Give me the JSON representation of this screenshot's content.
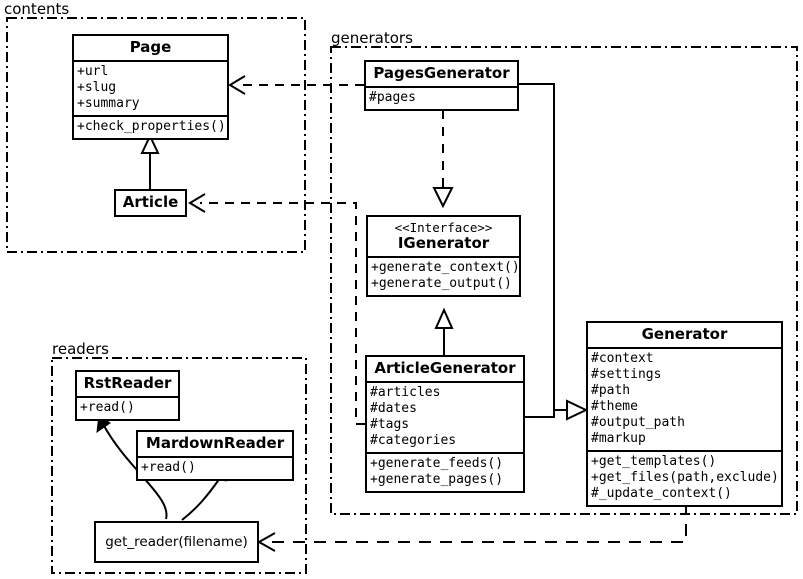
{
  "diagram": {
    "title": "UML class diagram",
    "packages": [
      {
        "id": "contents",
        "label": "contents"
      },
      {
        "id": "generators",
        "label": "generators"
      },
      {
        "id": "readers",
        "label": "readers"
      }
    ],
    "classes": [
      {
        "id": "page",
        "name": "Page",
        "stereotype": "",
        "attributes": [
          "+url",
          "+slug",
          "+summary"
        ],
        "methods": [
          "+check_properties()"
        ]
      },
      {
        "id": "article",
        "name": "Article",
        "stereotype": "",
        "attributes": [],
        "methods": []
      },
      {
        "id": "pages_generator",
        "name": "PagesGenerator",
        "stereotype": "",
        "attributes": [
          "#pages"
        ],
        "methods": []
      },
      {
        "id": "igenerator",
        "name": "IGenerator",
        "stereotype": "<<Interface>>",
        "attributes": [],
        "methods": [
          "+generate_context()",
          "+generate_output()"
        ]
      },
      {
        "id": "article_generator",
        "name": "ArticleGenerator",
        "stereotype": "",
        "attributes": [
          "#articles",
          "#dates",
          "#tags",
          "#categories"
        ],
        "methods": [
          "+generate_feeds()",
          "+generate_pages()"
        ]
      },
      {
        "id": "generator",
        "name": "Generator",
        "stereotype": "",
        "attributes": [
          "#context",
          "#settings",
          "#path",
          "#theme",
          "#output_path",
          "#markup"
        ],
        "methods": [
          "+get_templates()",
          "+get_files(path,exclude)",
          "#_update_context()"
        ]
      },
      {
        "id": "rst_reader",
        "name": "RstReader",
        "stereotype": "",
        "attributes": [],
        "methods": [
          "+read()"
        ]
      },
      {
        "id": "mardown_reader",
        "name": "MardownReader",
        "stereotype": "",
        "attributes": [],
        "methods": [
          "+read()"
        ]
      }
    ],
    "functions": [
      {
        "id": "get_reader",
        "label": "get_reader(filename)"
      }
    ],
    "relations": [
      {
        "id": "article-extends-page",
        "kind": "generalization",
        "from": "article",
        "to": "page"
      },
      {
        "id": "pagesgen-depends-page",
        "kind": "dependency",
        "from": "pages_generator",
        "to": "page"
      },
      {
        "id": "articlegen-depends-article",
        "kind": "dependency",
        "from": "article_generator",
        "to": "article"
      },
      {
        "id": "pagesgen-realizes-igenerator",
        "kind": "realization",
        "from": "pages_generator",
        "to": "igenerator"
      },
      {
        "id": "articlegen-realizes-igenerator",
        "kind": "generalization",
        "from": "article_generator",
        "to": "igenerator"
      },
      {
        "id": "pagesgen-extends-generator",
        "kind": "generalization",
        "from": "pages_generator",
        "to": "generator"
      },
      {
        "id": "articlegen-extends-generator",
        "kind": "generalization",
        "from": "article_generator",
        "to": "generator"
      },
      {
        "id": "generator-depends-getreader",
        "kind": "dependency",
        "from": "generator",
        "to": "get_reader"
      }
    ],
    "colors": {
      "stroke": "#000000",
      "fill": "#ffffff"
    }
  }
}
